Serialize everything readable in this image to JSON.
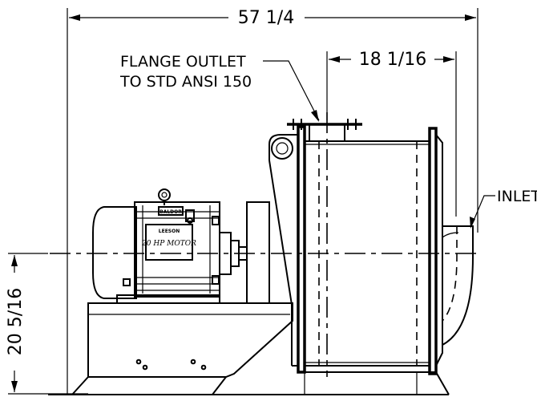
{
  "dimensions": {
    "overall_width": "57 1/4",
    "outlet_to_inlet": "18 1/16",
    "base_to_centerline": "20 5/16"
  },
  "callouts": {
    "flange_line1": "FLANGE OUTLET",
    "flange_line2": "TO STD ANSI 150",
    "inlet": "INLET"
  },
  "motor": {
    "brand": "LEESON",
    "rating": "20 HP MOTOR",
    "small_plate": "BALDOR"
  }
}
